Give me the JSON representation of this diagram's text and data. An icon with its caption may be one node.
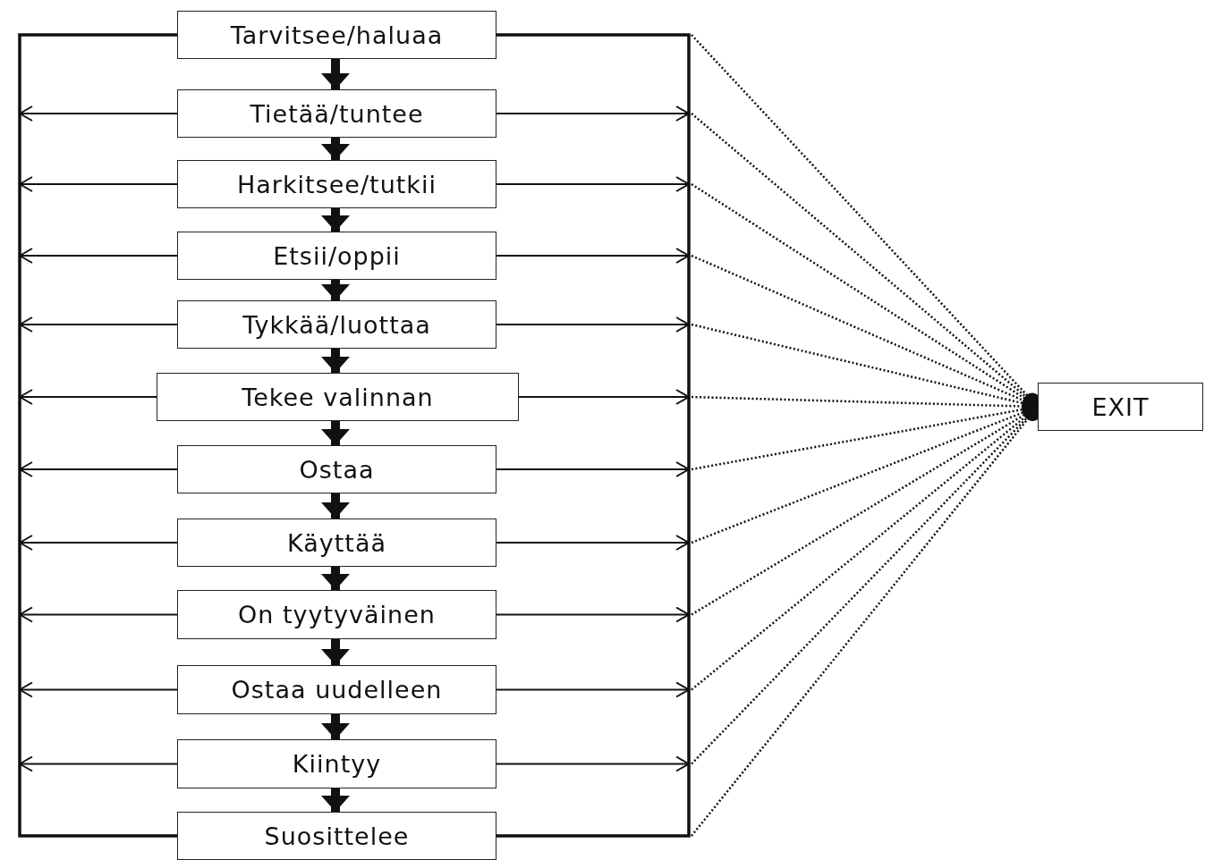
{
  "diagram": {
    "nodes": [
      {
        "text": [
          "Tarvitsee/haluaa"
        ]
      },
      {
        "text": [
          "Tietää/tuntee"
        ]
      },
      {
        "text": [
          "Harkitsee/tutkii"
        ]
      },
      {
        "text": [
          "Etsii/oppii"
        ]
      },
      {
        "text": [
          "Tykkää/luottaa"
        ]
      },
      {
        "text": [
          "Tekee valinnan"
        ]
      },
      {
        "text": [
          "Ostaa"
        ]
      },
      {
        "text": [
          "Käyttää"
        ]
      },
      {
        "text": [
          "On tyytyväinen"
        ]
      },
      {
        "text": [
          "Ostaa uudelleen"
        ]
      },
      {
        "text": [
          "Kiintyy"
        ]
      },
      {
        "text": [
          "Suosittelee"
        ]
      },
      {
        "text": [
          "EXIT"
        ]
      }
    ],
    "edges": [
      {
        "from": 0,
        "to": 1,
        "arrow": "to",
        "style": "thick"
      },
      {
        "from": 1,
        "to": 2,
        "arrow": "to",
        "style": "thick"
      },
      {
        "from": 2,
        "to": 3,
        "arrow": "to",
        "style": "thick"
      },
      {
        "from": 3,
        "to": 4,
        "arrow": "to",
        "style": "thick"
      },
      {
        "from": 4,
        "to": 5,
        "arrow": "to",
        "style": "thick"
      },
      {
        "from": 5,
        "to": 6,
        "arrow": "to",
        "style": "thick"
      },
      {
        "from": 6,
        "to": 7,
        "arrow": "to",
        "style": "thick"
      },
      {
        "from": 7,
        "to": 8,
        "arrow": "to",
        "style": "thick"
      },
      {
        "from": 8,
        "to": 9,
        "arrow": "to",
        "style": "thick"
      },
      {
        "from": 9,
        "to": 10,
        "arrow": "to",
        "style": "thick"
      },
      {
        "from": 10,
        "to": 11,
        "arrow": "to",
        "style": "thick"
      },
      {
        "from": 11,
        "to": 0,
        "arrow": "none"
      },
      {
        "from": 0,
        "to": 11,
        "arrow": "none"
      },
      {
        "from": 1,
        "to": null,
        "arrow": "to"
      },
      {
        "from": 1,
        "to": null,
        "arrow": "to"
      },
      {
        "from": 2,
        "to": null,
        "arrow": "to"
      },
      {
        "from": 2,
        "to": null,
        "arrow": "to"
      },
      {
        "from": 3,
        "to": null,
        "arrow": "to"
      },
      {
        "from": 3,
        "to": null,
        "arrow": "to"
      },
      {
        "from": 4,
        "to": null,
        "arrow": "to"
      },
      {
        "from": 4,
        "to": null,
        "arrow": "to"
      },
      {
        "from": 5,
        "to": null,
        "arrow": "to"
      },
      {
        "from": 5,
        "to": null,
        "arrow": "to"
      },
      {
        "from": 6,
        "to": null,
        "arrow": "to"
      },
      {
        "from": 6,
        "to": null,
        "arrow": "to"
      },
      {
        "from": 7,
        "to": null,
        "arrow": "to"
      },
      {
        "from": 7,
        "to": null,
        "arrow": "to"
      },
      {
        "from": 8,
        "to": null,
        "arrow": "to"
      },
      {
        "from": 8,
        "to": null,
        "arrow": "to"
      },
      {
        "from": 9,
        "to": null,
        "arrow": "to"
      },
      {
        "from": 9,
        "to": null,
        "arrow": "to"
      },
      {
        "from": 10,
        "to": null,
        "arrow": "to"
      },
      {
        "from": 10,
        "to": null,
        "arrow": "to"
      },
      {
        "from": null,
        "to": 12,
        "arrow": "other",
        "style": "dashed"
      },
      {
        "from": null,
        "to": 12,
        "arrow": "other",
        "style": "dashed"
      },
      {
        "from": null,
        "to": 12,
        "arrow": "other",
        "style": "dashed"
      },
      {
        "from": null,
        "to": 12,
        "arrow": "other",
        "style": "dashed"
      },
      {
        "from": null,
        "to": 12,
        "arrow": "other",
        "style": "dashed"
      },
      {
        "from": null,
        "to": 12,
        "arrow": "other",
        "style": "dashed"
      },
      {
        "from": null,
        "to": 12,
        "arrow": "other",
        "style": "dashed"
      },
      {
        "from": null,
        "to": 12,
        "arrow": "other",
        "style": "dashed"
      },
      {
        "from": null,
        "to": 12,
        "arrow": "other",
        "style": "dashed"
      },
      {
        "from": null,
        "to": 12,
        "arrow": "other",
        "style": "dashed"
      },
      {
        "from": null,
        "to": 12,
        "arrow": "other",
        "style": "dashed"
      },
      {
        "from": null,
        "to": 12,
        "arrow": "other",
        "style": "dashed"
      }
    ]
  }
}
